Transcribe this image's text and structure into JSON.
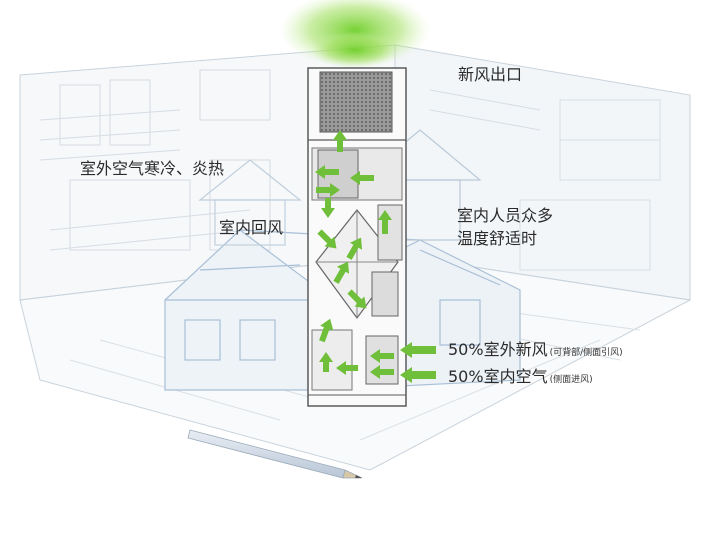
{
  "labels": {
    "fresh_air_outlet": "新风出口",
    "outdoor_air": "室外空气寒冷、炎热",
    "indoor_return_air": "室内回风",
    "indoor_people_line1": "室内人员众多",
    "indoor_people_line2": "温度舒适时",
    "outdoor_fresh_air": {
      "main": "50%室外新风",
      "note": "(可背部/侧面引风)"
    },
    "indoor_air": {
      "main": "50%室内空气",
      "note": "(侧面进风)"
    }
  },
  "colors": {
    "arrow_green": "#6fbf3a",
    "glow_green": "#7ccc3c",
    "room_line": "#c9d3dc",
    "house_line": "#a8bfd6",
    "unit_line": "#5a5a5a"
  },
  "icons": [
    "airflow-arrow-icon",
    "pencil-icon"
  ]
}
